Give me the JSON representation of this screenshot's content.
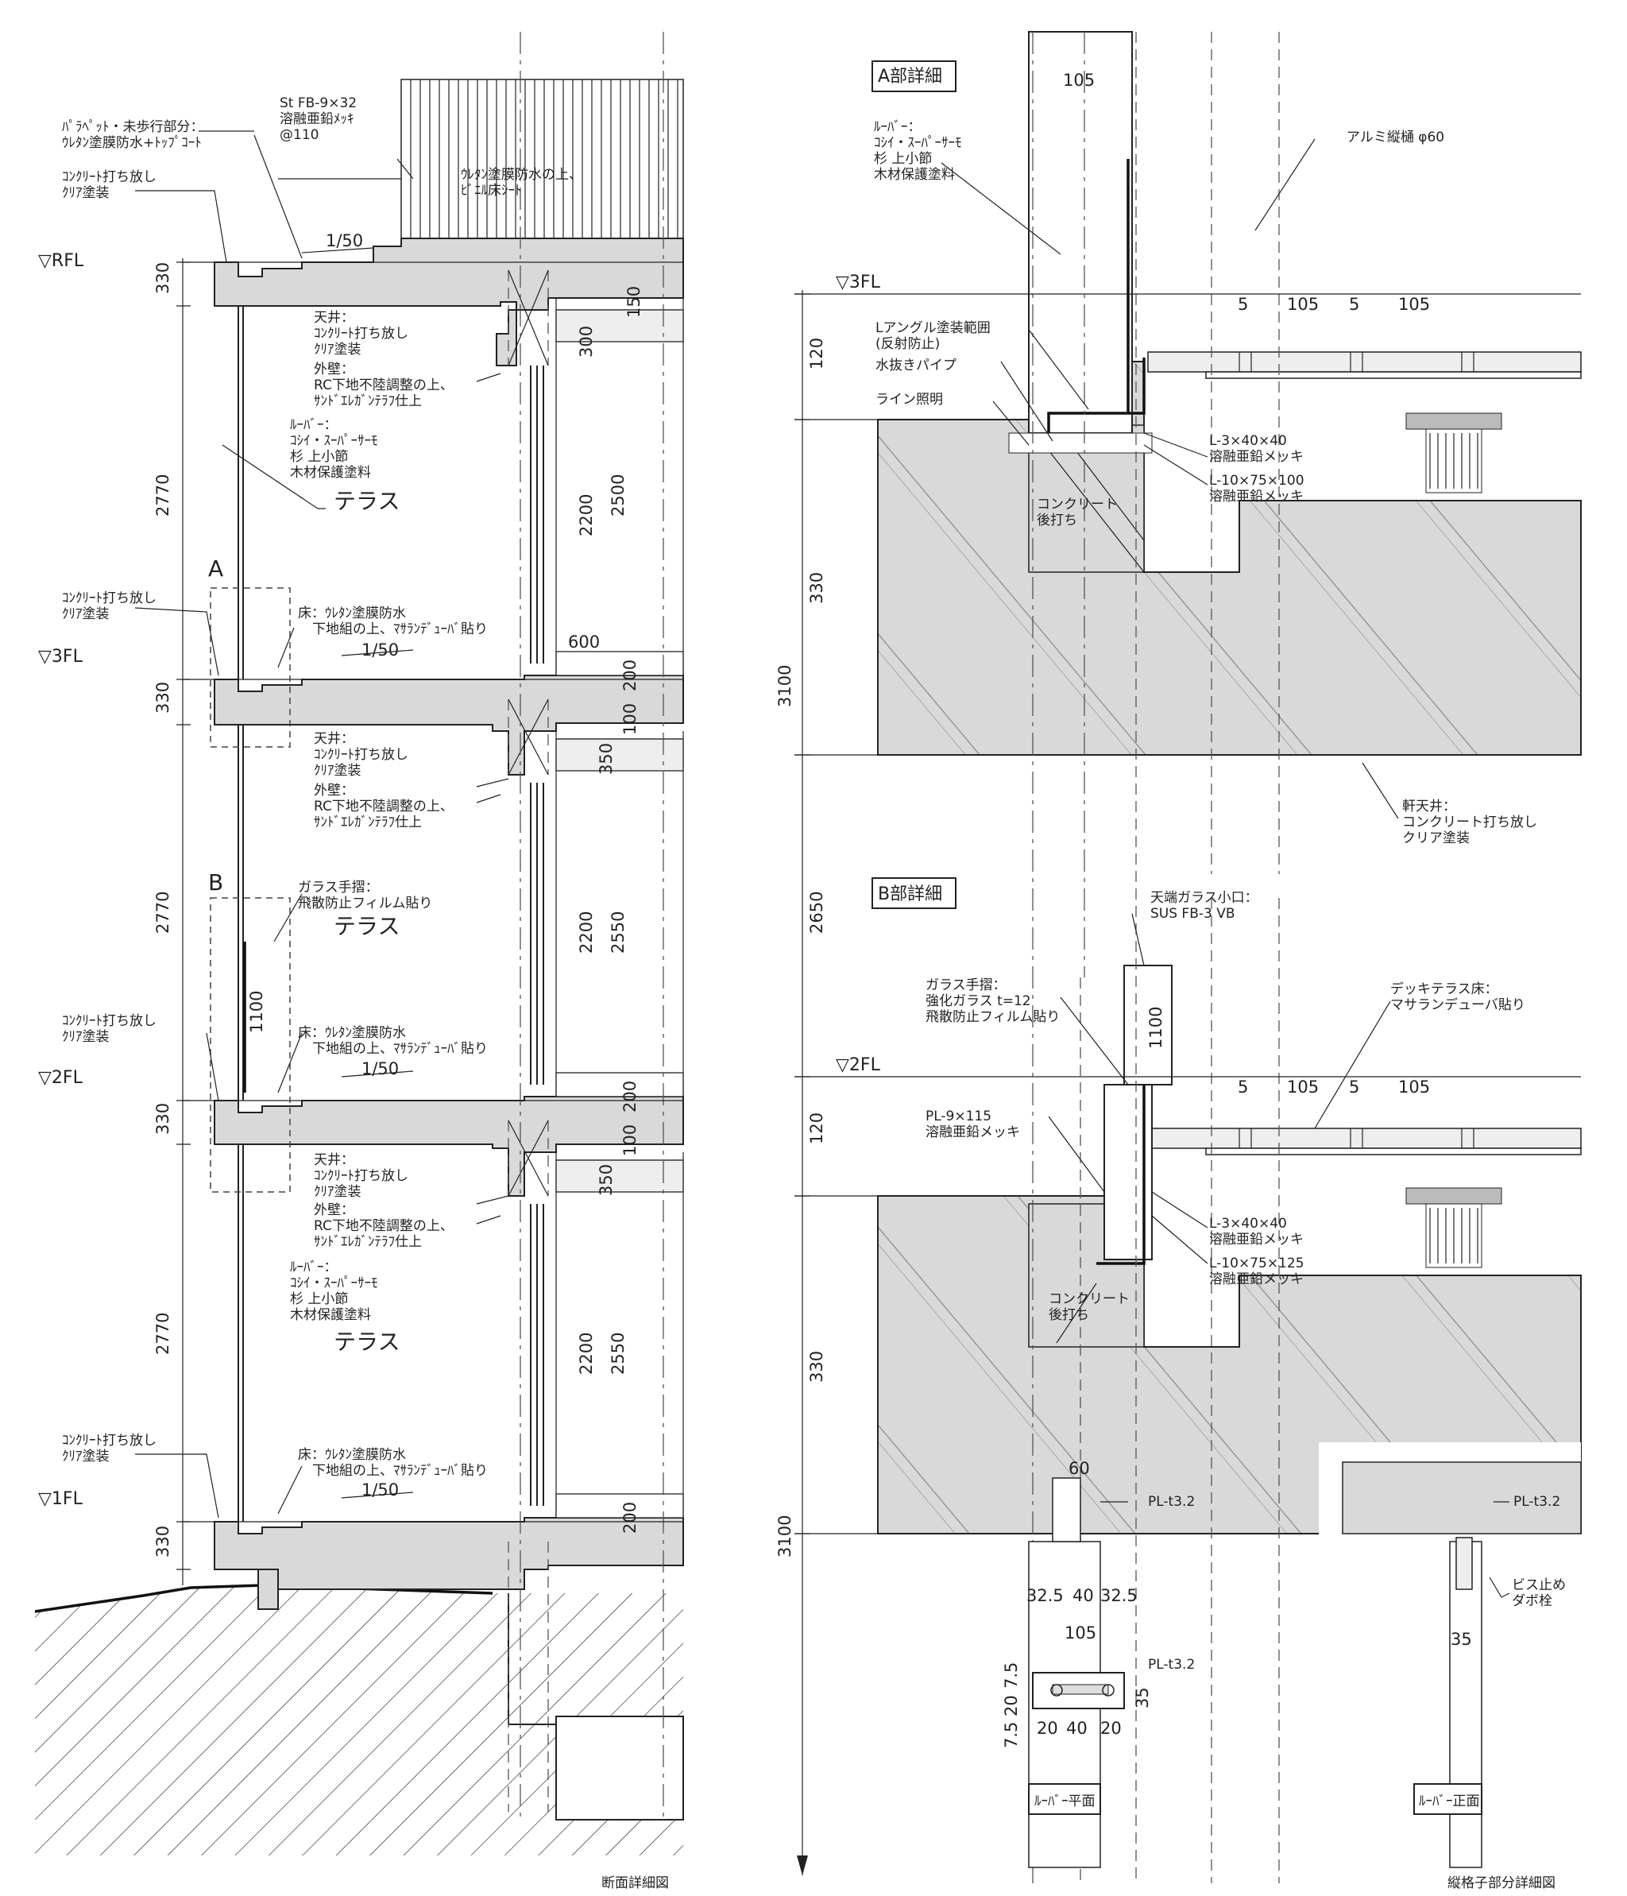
{
  "left": {
    "caption": "断面詳細図",
    "levels": [
      "▽RFL",
      "▽3FL",
      "▽2FL",
      "▽1FL"
    ],
    "room_labels": [
      "テラス",
      "テラス",
      "テラス"
    ],
    "detail_marks": [
      "A",
      "B"
    ],
    "dims_left": [
      "330",
      "2770",
      "330",
      "2770",
      "330",
      "2770",
      "330"
    ],
    "dims_window": [
      "300",
      "2200",
      "2500",
      "600",
      "350",
      "2200",
      "2550",
      "350",
      "2200",
      "2550",
      "150",
      "200",
      "100",
      "200",
      "100",
      "200"
    ],
    "dims_slope": [
      "1/50",
      "1/50",
      "1/50",
      "1/50"
    ],
    "dim_1100": "1100",
    "notes": {
      "fb": [
        "St FB-9×32",
        "溶融亜鉛ﾒｯｷ",
        "@110"
      ],
      "parapet": [
        "ﾊﾟﾗﾍﾟｯﾄ・未歩行部分：",
        "ｳﾚﾀﾝ塗膜防水+ﾄｯﾌﾟｺｰﾄ"
      ],
      "conc_top": [
        "ｺﾝｸﾘｰﾄ打ち放し",
        "ｸﾘｱ塗装"
      ],
      "roof_floor": [
        "ｳﾚﾀﾝ塗膜防水の上、",
        "ﾋﾞﾆﾙ床ｼｰﾄ"
      ],
      "ceiling1": [
        "天井：",
        "ｺﾝｸﾘｰﾄ打ち放し",
        "ｸﾘｱ塗装"
      ],
      "wall1": [
        "外壁：",
        "RC下地不陸調整の上、",
        "ｻﾝﾄﾞｴﾚｶﾞﾝﾃﾗﾌ仕上"
      ],
      "louver1": [
        "ﾙｰﾊﾞｰ：",
        "ｺｼｲ・ｽｰﾊﾟｰｻｰﾓ",
        "杉 上小節",
        "木材保護塗料"
      ],
      "conc_3f": [
        "ｺﾝｸﾘｰﾄ打ち放し",
        "ｸﾘｱ塗装"
      ],
      "floor_3f": [
        "床：ｳﾚﾀﾝ塗膜防水",
        "下地組の上、ﾏｻﾗﾝﾃﾞｭｰﾊﾞ貼り"
      ],
      "ceiling2": [
        "天井：",
        "ｺﾝｸﾘｰﾄ打ち放し",
        "ｸﾘｱ塗装"
      ],
      "wall2": [
        "外壁：",
        "RC下地不陸調整の上、",
        "ｻﾝﾄﾞｴﾚｶﾞﾝﾃﾗﾌ仕上"
      ],
      "glass_rail": [
        "ガラス手摺：",
        "飛散防止フィルム貼り"
      ],
      "conc_2f": [
        "ｺﾝｸﾘｰﾄ打ち放し",
        "ｸﾘｱ塗装"
      ],
      "floor_2f": [
        "床：ｳﾚﾀﾝ塗膜防水",
        "下地組の上、ﾏｻﾗﾝﾃﾞｭｰﾊﾞ貼り"
      ],
      "ceiling3": [
        "天井：",
        "ｺﾝｸﾘｰﾄ打ち放し",
        "ｸﾘｱ塗装"
      ],
      "wall3": [
        "外壁：",
        "RC下地不陸調整の上、",
        "ｻﾝﾄﾞｴﾚｶﾞﾝﾃﾗﾌ仕上"
      ],
      "louver2": [
        "ﾙｰﾊﾞｰ：",
        "ｺｼｲ・ｽｰﾊﾟｰｻｰﾓ",
        "杉 上小節",
        "木材保護塗料"
      ],
      "conc_1f": [
        "ｺﾝｸﾘｰﾄ打ち放し",
        "ｸﾘｱ塗装"
      ],
      "floor_1f": [
        "床：ｳﾚﾀﾝ塗膜防水",
        "下地組の上、ﾏｻﾗﾝﾃﾞｭｰﾊﾞ貼り"
      ]
    }
  },
  "right": {
    "caption": "縦格子部分詳細図",
    "detail_a_title": "A部詳細",
    "detail_b_title": "B部詳細",
    "levels": [
      "▽3FL",
      "▽2FL"
    ],
    "dims_vertical": [
      "120",
      "330",
      "3100",
      "2650",
      "120",
      "330",
      "3100"
    ],
    "dim_105": "105",
    "deck_dims": [
      "5",
      "105",
      "5",
      "105"
    ],
    "deck_dims_b": [
      "5",
      "105",
      "5",
      "105"
    ],
    "dim_1100": "1100",
    "notes_a": {
      "louver": [
        "ﾙｰﾊﾞｰ：",
        "ｺｼｲ・ｽｰﾊﾟｰｻｰﾓ",
        "杉 上小節",
        "木材保護塗料"
      ],
      "gutter": [
        "アルミ縦樋 φ60"
      ],
      "angle_range": [
        "Lアングル塗装範囲",
        "(反射防止)"
      ],
      "drain": [
        "水抜きパイプ"
      ],
      "light": [
        "ライン照明"
      ],
      "l3": [
        "L-3×40×40",
        "溶融亜鉛メッキ"
      ],
      "l10": [
        "L-10×75×100",
        "溶融亜鉛メッキ"
      ],
      "conc_post": [
        "コンクリート",
        "後打ち"
      ],
      "eave": [
        "軒天井：",
        "コンクリート打ち放し",
        "クリア塗装"
      ]
    },
    "notes_b": {
      "glass_top": [
        "天端ガラス小口：",
        "SUS FB-3 VB"
      ],
      "glass_rail": [
        "ガラス手摺：",
        "強化ガラス t=12",
        "飛散防止フィルム貼り"
      ],
      "deck": [
        "デッキテラス床：",
        "マサランデューバ貼り"
      ],
      "pl": [
        "PL-9×115",
        "溶融亜鉛メッキ"
      ],
      "l3": [
        "L-3×40×40",
        "溶融亜鉛メッキ"
      ],
      "l10": [
        "L-10×75×125",
        "溶融亜鉛メッキ"
      ],
      "conc_post": [
        "コンクリート",
        "後打ち"
      ]
    },
    "louver_plan": {
      "title": "ﾙｰﾊﾞｰ平面",
      "dims_top": [
        "60"
      ],
      "dims_mid": [
        "32.5",
        "40",
        "32.5"
      ],
      "dim_105": "105",
      "dims_side": [
        "7.5",
        "20",
        "7.5"
      ],
      "dims_bottom": [
        "20",
        "40",
        "20"
      ],
      "dim_35": "35",
      "pl_label": "PL-t3.2",
      "pl_label2": "PL-t3.2"
    },
    "louver_front": {
      "title": "ﾙｰﾊﾞｰ正面",
      "pl_label": "PL-t3.2",
      "screw": [
        "ビス止め",
        "ダボ栓"
      ],
      "dim_35": "35"
    }
  }
}
